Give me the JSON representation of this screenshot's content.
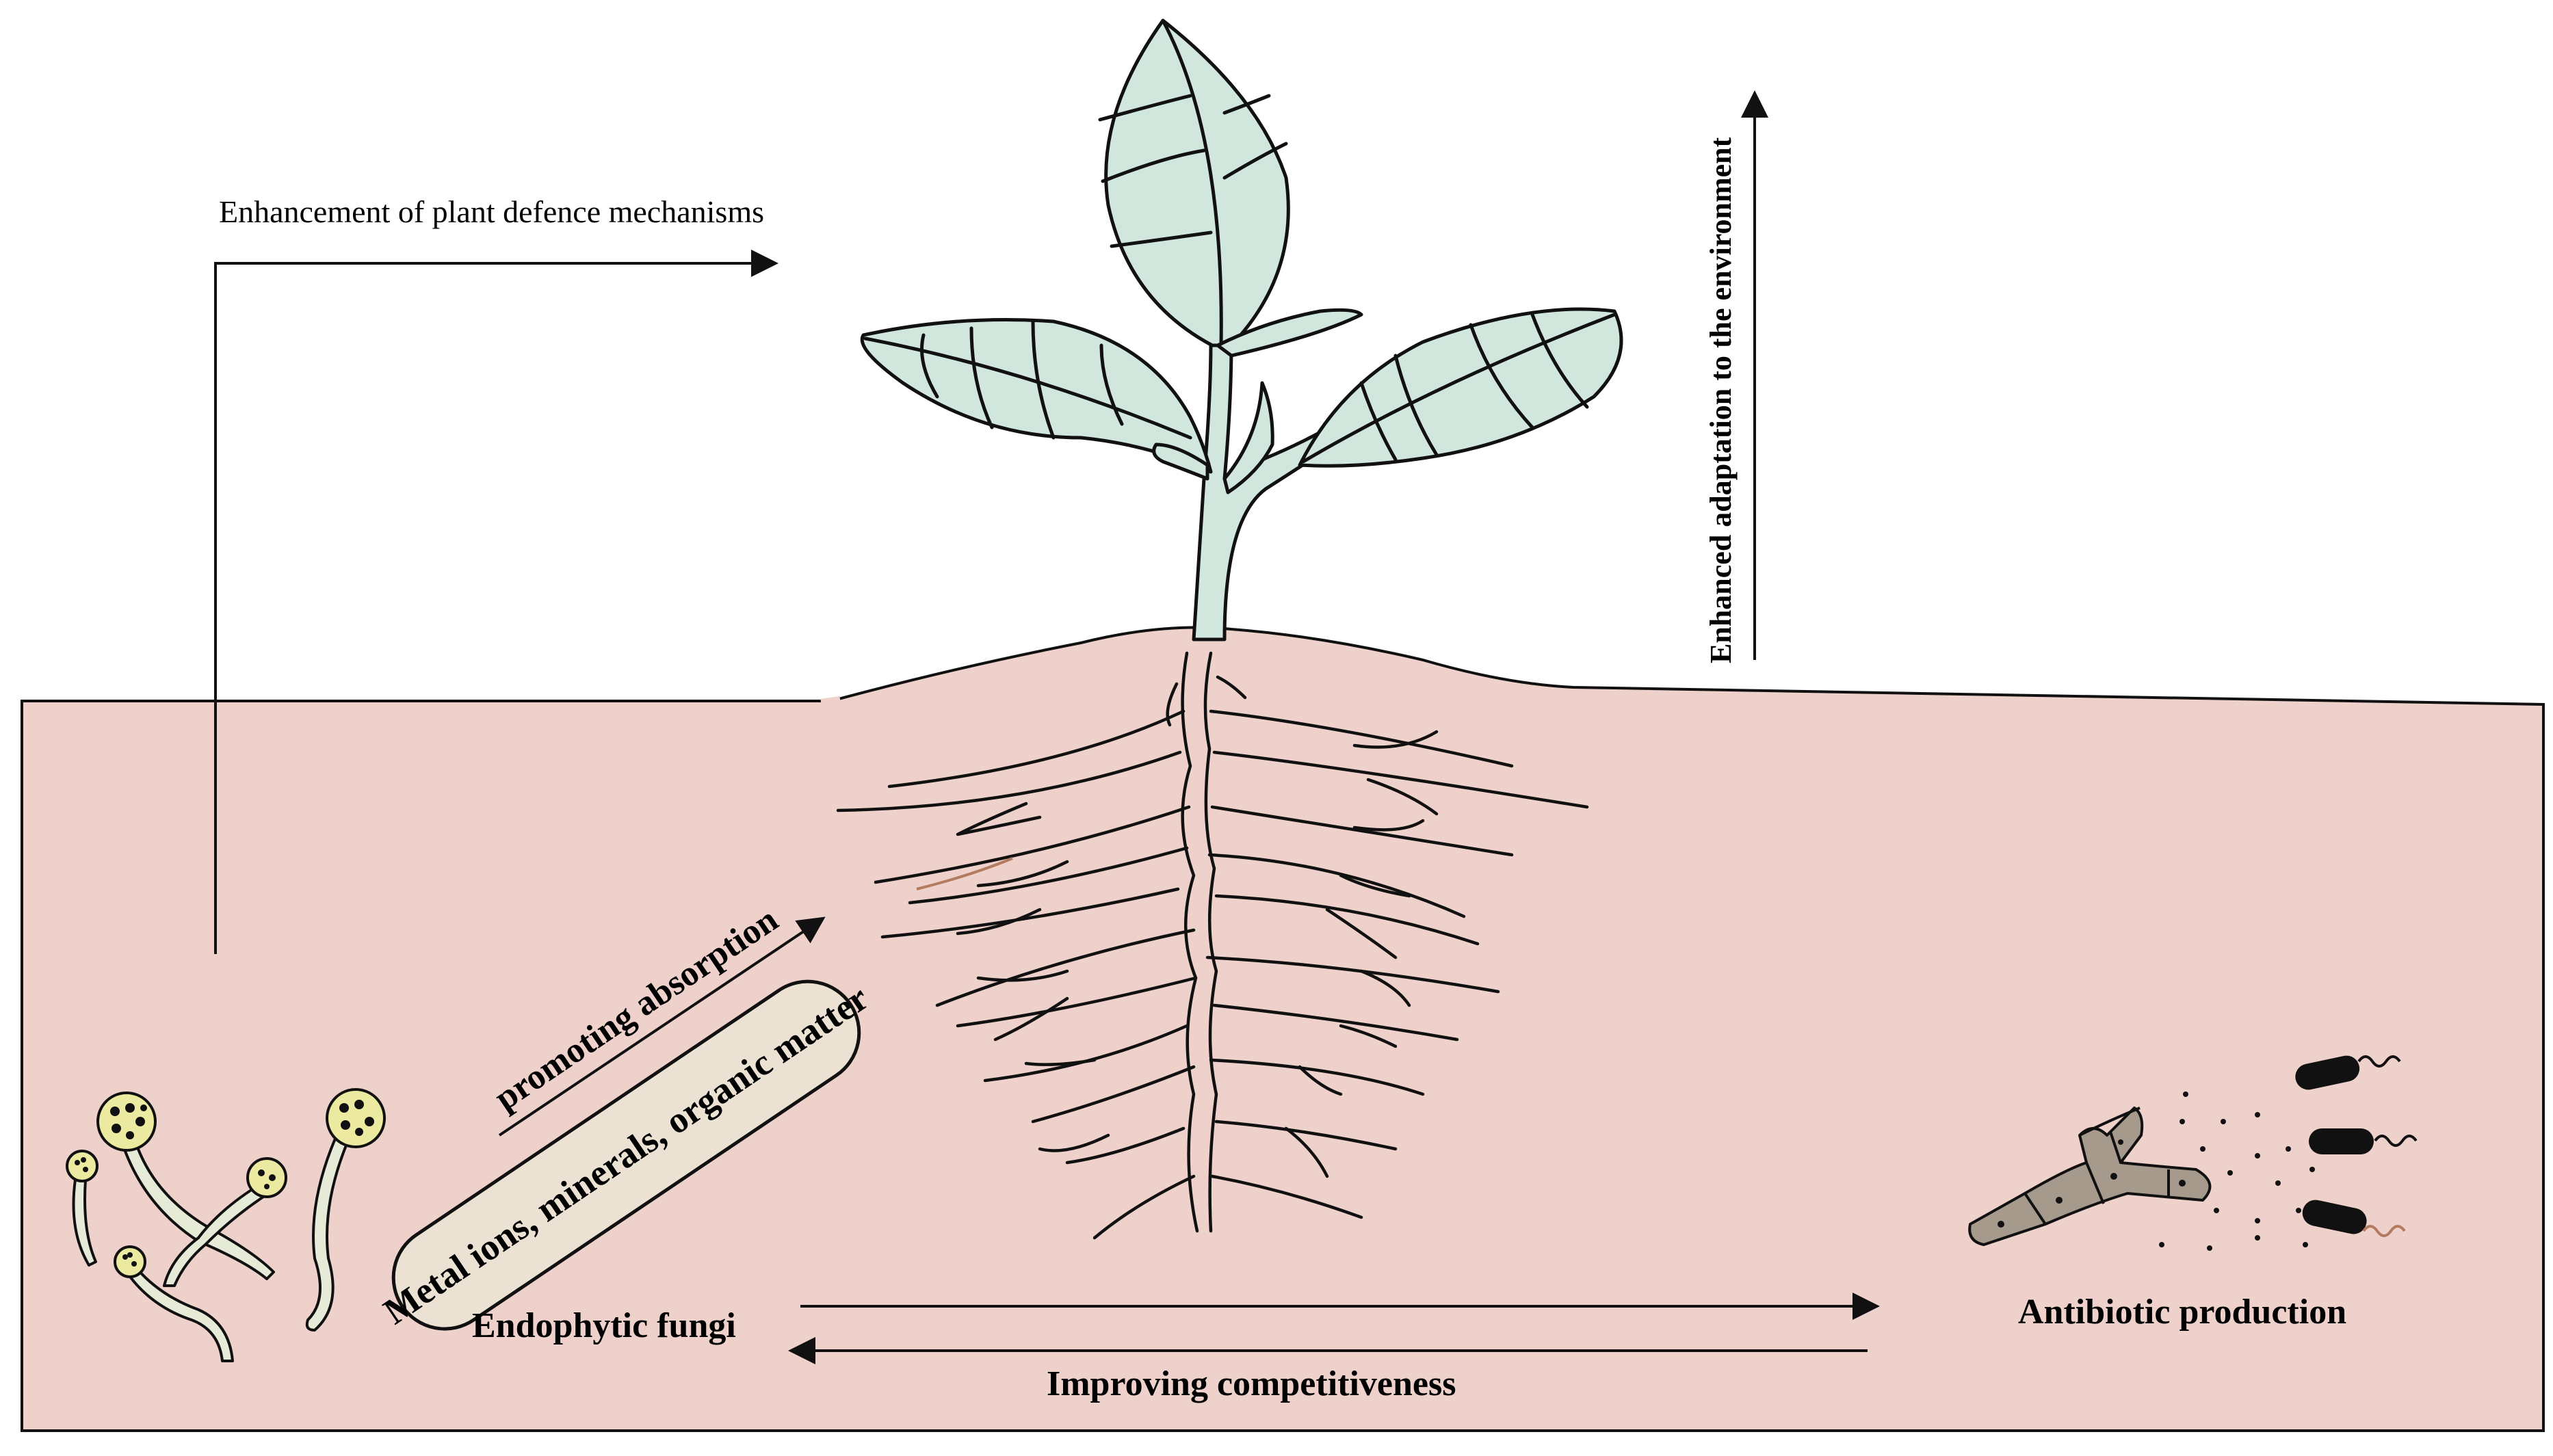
{
  "labels": {
    "defence": "Enhancement of plant defence mechanisms",
    "adaptation": "Enhanced adaptation to the environment",
    "absorption": "promoting absorption",
    "nutrients": "Metal ions, minerals, organic matter",
    "fungi": "Endophytic fungi",
    "antibiotic": "Antibiotic production",
    "competitiveness": "Improving competitiveness"
  },
  "colors": {
    "soil": "#efd1cb",
    "leaf": "#d1e6dc",
    "nutrient_box": "#ebe2d4",
    "fungus_head": "#ece9a0",
    "fungus_stalk": "#e6ebd8",
    "actinomycete": "#a59a8c",
    "bacterium": "#111111",
    "outline": "#111111"
  },
  "icons": [
    "plant-icon",
    "root-system-icon",
    "endophytic-fungi-icon",
    "actinomycete-icon",
    "bacteria-icon"
  ]
}
